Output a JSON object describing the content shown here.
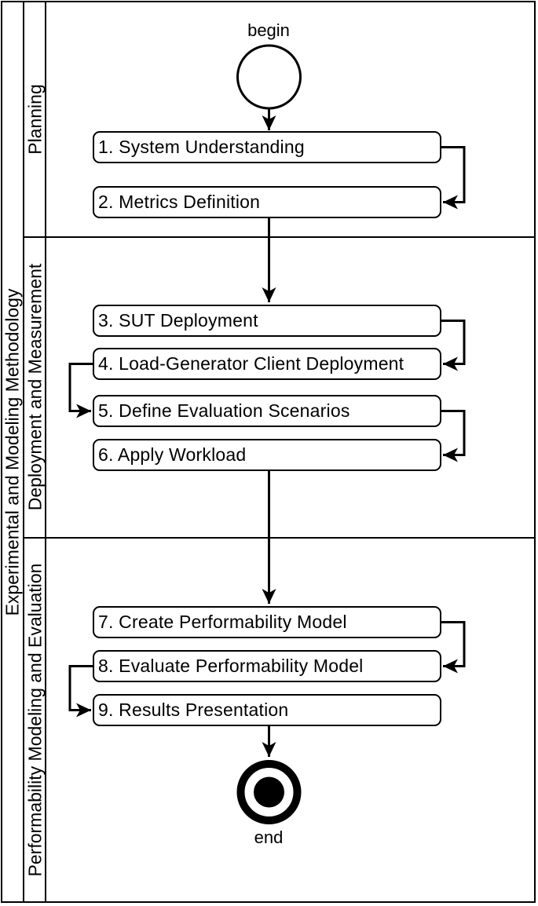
{
  "colors": {
    "ink": "#000000",
    "paper": "#ffffff"
  },
  "diagram": {
    "methodology_label": "Experimental and Modeling Methodology",
    "begin_label": "begin",
    "end_label": "end",
    "lanes": [
      {
        "label": "Planning"
      },
      {
        "label": "Deployment and Measurement"
      },
      {
        "label": "Performability Modeling and Evaluation"
      }
    ],
    "activities": [
      {
        "label": "1. System Understanding"
      },
      {
        "label": "2. Metrics Definition"
      },
      {
        "label": "3. SUT Deployment"
      },
      {
        "label": "4. Load-Generator Client Deployment"
      },
      {
        "label": "5. Define Evaluation Scenarios"
      },
      {
        "label": "6. Apply Workload"
      },
      {
        "label": "7. Create Performability Model"
      },
      {
        "label": "8. Evaluate Performability Model"
      },
      {
        "label": "9. Results Presentation"
      }
    ]
  }
}
